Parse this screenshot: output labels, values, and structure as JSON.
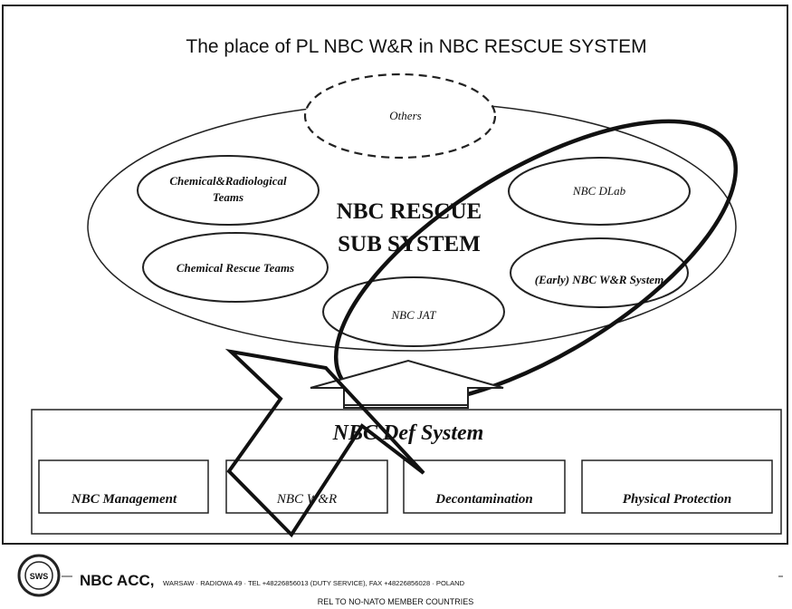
{
  "title": "The place of PL NBC W&R in NBC RESCUE SYSTEM",
  "others": "Others",
  "rescue_subsystem": {
    "line1": "NBC RESCUE",
    "line2": "SUB SYSTEM"
  },
  "nodes": {
    "chem_rad_line1": "Chemical&Radiological",
    "chem_rad_line2": "Teams",
    "chem_rescue": "Chemical Rescue  Teams",
    "dlab": "NBC DLab",
    "early_wr": "(Early) NBC W&R System",
    "jat": "NBC JAT"
  },
  "def_system": {
    "title": "NBC Def System",
    "boxes": [
      "NBC Management",
      "NBC W&R",
      "Decontamination",
      "Physical Protection"
    ]
  },
  "footer": {
    "logo_text": "SWS",
    "org": "NBC ACC,",
    "address": "WARSAW · RADIOWA 49 · TEL +48226856013 (DUTY SERVICE), FAX +48226856028 · POLAND",
    "release": "REL TO NO-NATO MEMBER COUNTRIES"
  }
}
